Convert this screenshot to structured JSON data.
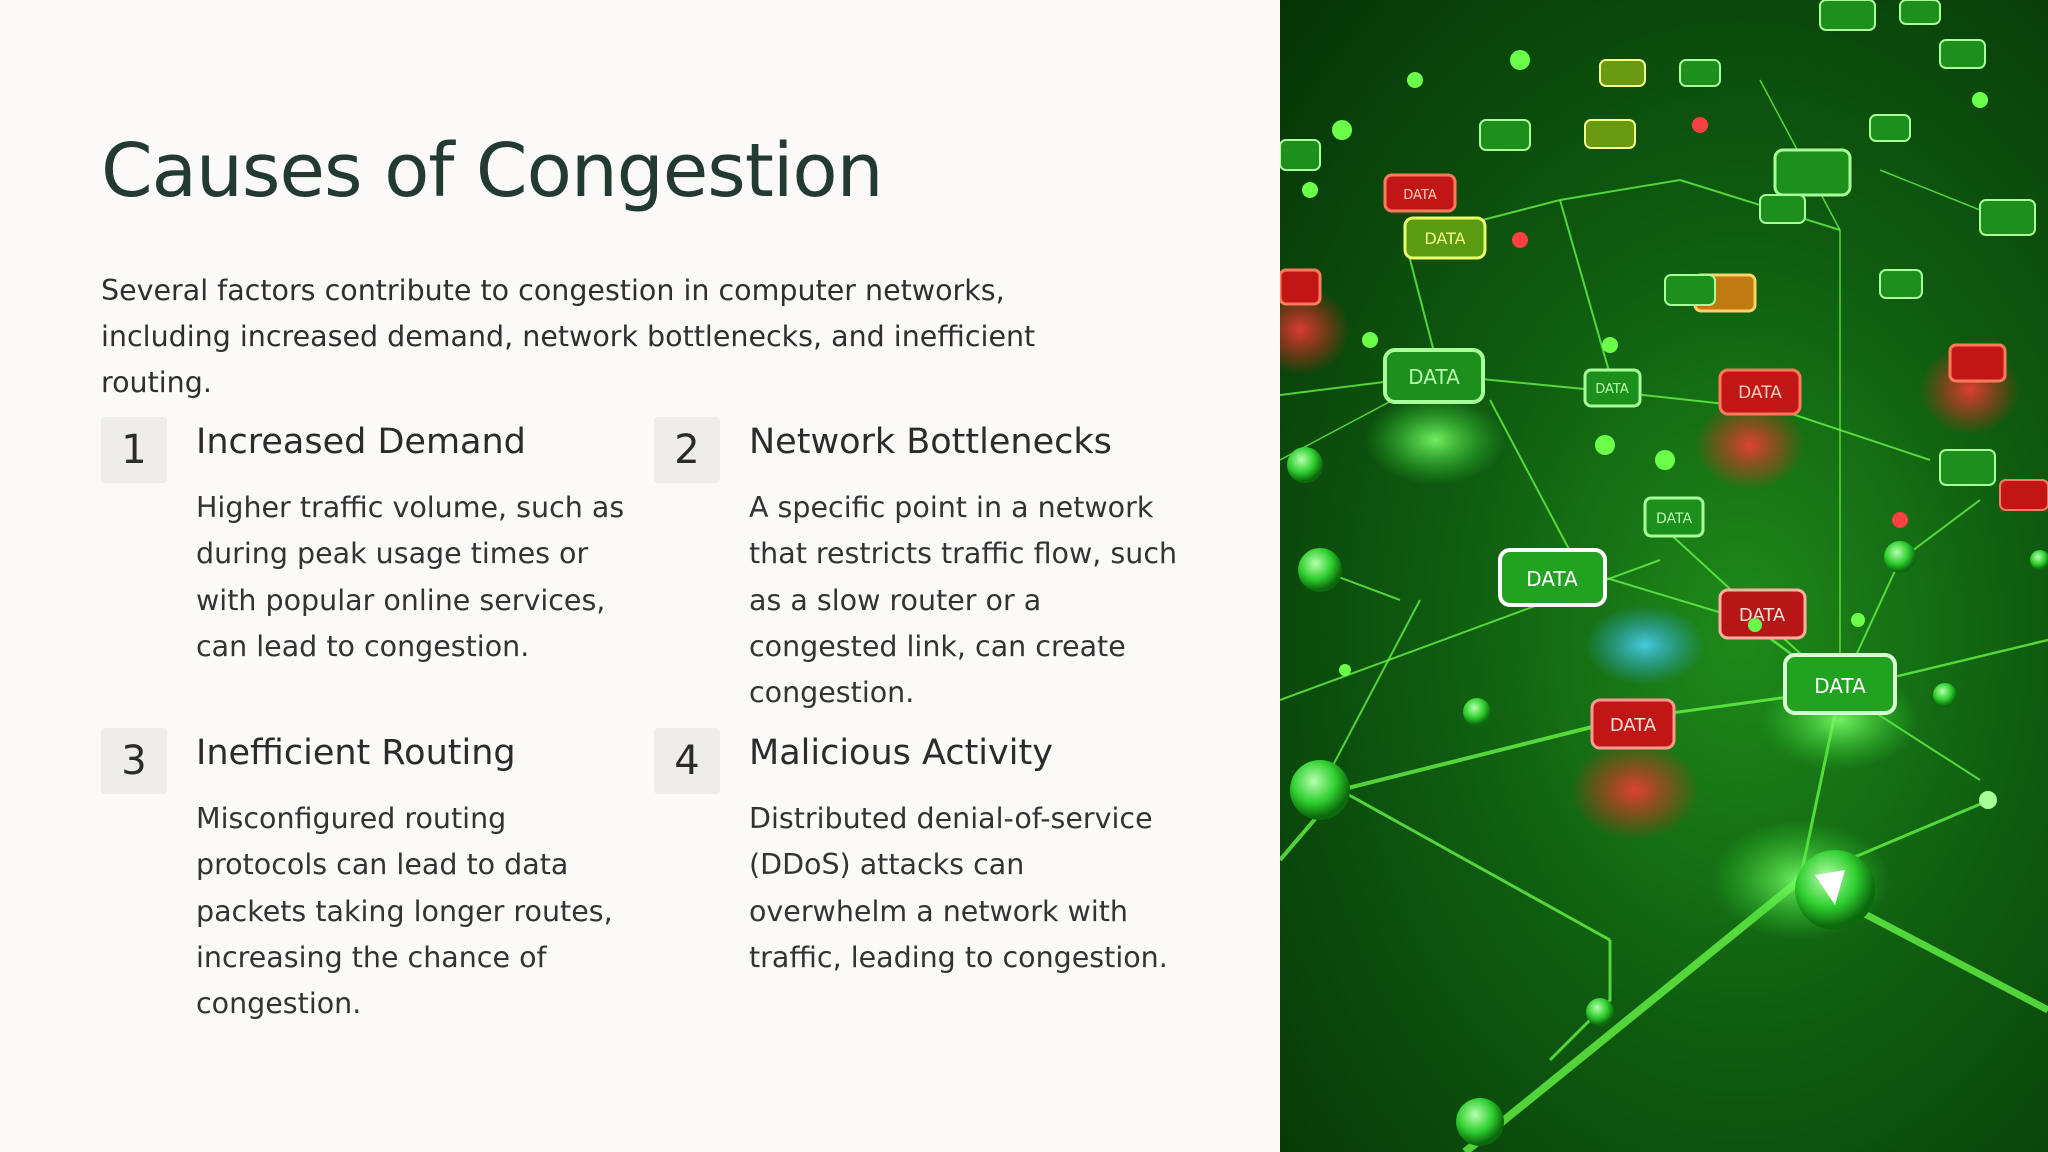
{
  "slide": {
    "title": "Causes of Congestion",
    "intro": "Several factors contribute to congestion in computer networks, including increased demand, network bottlenecks, and inefficient routing.",
    "items": [
      {
        "number": "1",
        "title": "Increased Demand",
        "body": "Higher traffic volume, such as during peak usage times or with popular online services, can lead to congestion."
      },
      {
        "number": "2",
        "title": "Network Bottlenecks",
        "body": "A specific point in a network that restricts traffic flow, such as a slow router or a congested link, can create congestion."
      },
      {
        "number": "3",
        "title": "Inefficient Routing",
        "body": "Misconfigured routing protocols can lead to data packets taking longer routes, increasing the chance of congestion."
      },
      {
        "number": "4",
        "title": "Malicious Activity",
        "body": "Distributed denial-of-service (DDoS) attacks can overwhelm a network with traffic, leading to congestion."
      }
    ]
  },
  "illustration": {
    "packet_label": "DATA",
    "colors": {
      "healthy": "#3dff3d",
      "congested": "#ff2a2a",
      "background": "#0f5c10"
    }
  }
}
